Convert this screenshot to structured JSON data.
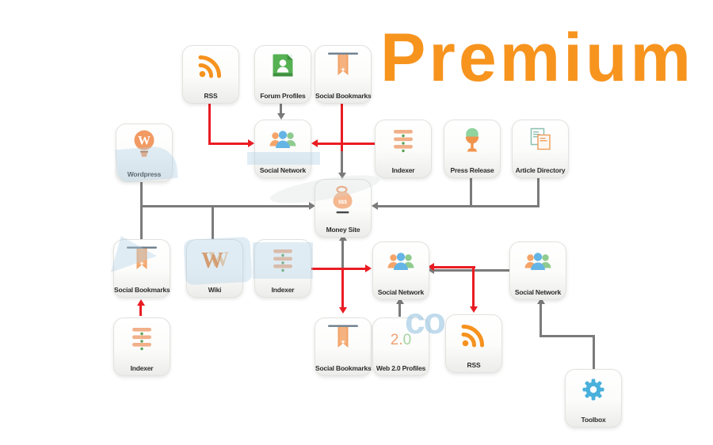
{
  "title": {
    "text": "Premium",
    "color": "#f7941e"
  },
  "colors": {
    "edge_red": "#ea1c23",
    "edge_gray": "#7b7b7b",
    "accent_orange": "#f6921e"
  },
  "watermark": {
    "text": "co"
  },
  "nodes": {
    "rss_top": {
      "label": "RSS",
      "icon": "rss-icon"
    },
    "forum_profiles": {
      "label": "Forum Profiles",
      "icon": "forum-profiles-icon"
    },
    "social_bookmarks_top": {
      "label": "Social Bookmarks",
      "icon": "bookmark-icon"
    },
    "wordpress": {
      "label": "Wordpress",
      "icon": "wordpress-icon"
    },
    "social_network_top": {
      "label": "Social Network",
      "icon": "social-network-icon"
    },
    "indexer_top": {
      "label": "Indexer",
      "icon": "indexer-icon"
    },
    "press_release": {
      "label": "Press Release",
      "icon": "press-release-icon"
    },
    "article_directory": {
      "label": "Article Directory",
      "icon": "article-directory-icon"
    },
    "money_site": {
      "label": "Money Site",
      "icon": "money-bag-icon"
    },
    "social_bookmarks_mid": {
      "label": "Social Bookmarks",
      "icon": "bookmark-icon"
    },
    "wiki": {
      "label": "Wiki",
      "icon": "wiki-icon"
    },
    "indexer_mid": {
      "label": "Indexer",
      "icon": "indexer-icon"
    },
    "social_network_mid": {
      "label": "Social Network",
      "icon": "social-network-icon"
    },
    "social_network_right": {
      "label": "Social Network",
      "icon": "social-network-icon"
    },
    "indexer_bottom": {
      "label": "Indexer",
      "icon": "indexer-icon"
    },
    "social_bookmarks_bottom": {
      "label": "Social Bookmarks",
      "icon": "bookmark-icon"
    },
    "web20_profiles": {
      "label": "Web 2.0 Profiles",
      "icon": "web20-icon"
    },
    "rss_bottom": {
      "label": "RSS",
      "icon": "rss-icon"
    },
    "toolbox": {
      "label": "Toolbox",
      "icon": "gear-icon"
    }
  },
  "edges": [
    {
      "from": "RSS (top)",
      "to": "Social Network (top)",
      "color": "red"
    },
    {
      "from": "Forum Profiles",
      "to": "Social Network (top)",
      "color": "gray"
    },
    {
      "from": "Social Bookmarks (top)",
      "to": "Money Site",
      "color": "red-then-gray"
    },
    {
      "from": "Indexer (row 2)",
      "to": "Social Network (top)",
      "color": "red"
    },
    {
      "from": "Wordpress",
      "to": "Money Site",
      "color": "gray"
    },
    {
      "from": "Wordpress trunk",
      "to": "Social Bookmarks (left)",
      "color": "gray"
    },
    {
      "from": "Wordpress trunk",
      "to": "Wiki",
      "color": "gray"
    },
    {
      "from": "Press Release",
      "to": "Money Site",
      "color": "gray"
    },
    {
      "from": "Article Directory",
      "to": "Money Site",
      "color": "gray"
    },
    {
      "from": "Indexer (left mid)",
      "to": "Social Network (mid)",
      "color": "red"
    },
    {
      "from": "cross junction",
      "to": "Money Site",
      "color": "gray"
    },
    {
      "from": "cross junction",
      "to": "Social Bookmarks (bottom)",
      "color": "red"
    },
    {
      "from": "Web 2.0 Profiles",
      "to": "Social Network (mid)",
      "color": "gray"
    },
    {
      "from": "Social Network (right)",
      "to": "Social Network (mid)",
      "color": "gray-red"
    },
    {
      "from": "right branch",
      "to": "RSS (bottom)",
      "color": "red"
    },
    {
      "from": "Indexer (bottom)",
      "to": "Social Bookmarks (left)",
      "color": "red"
    },
    {
      "from": "Toolbox",
      "to": "Social Network (right)",
      "color": "gray"
    }
  ]
}
